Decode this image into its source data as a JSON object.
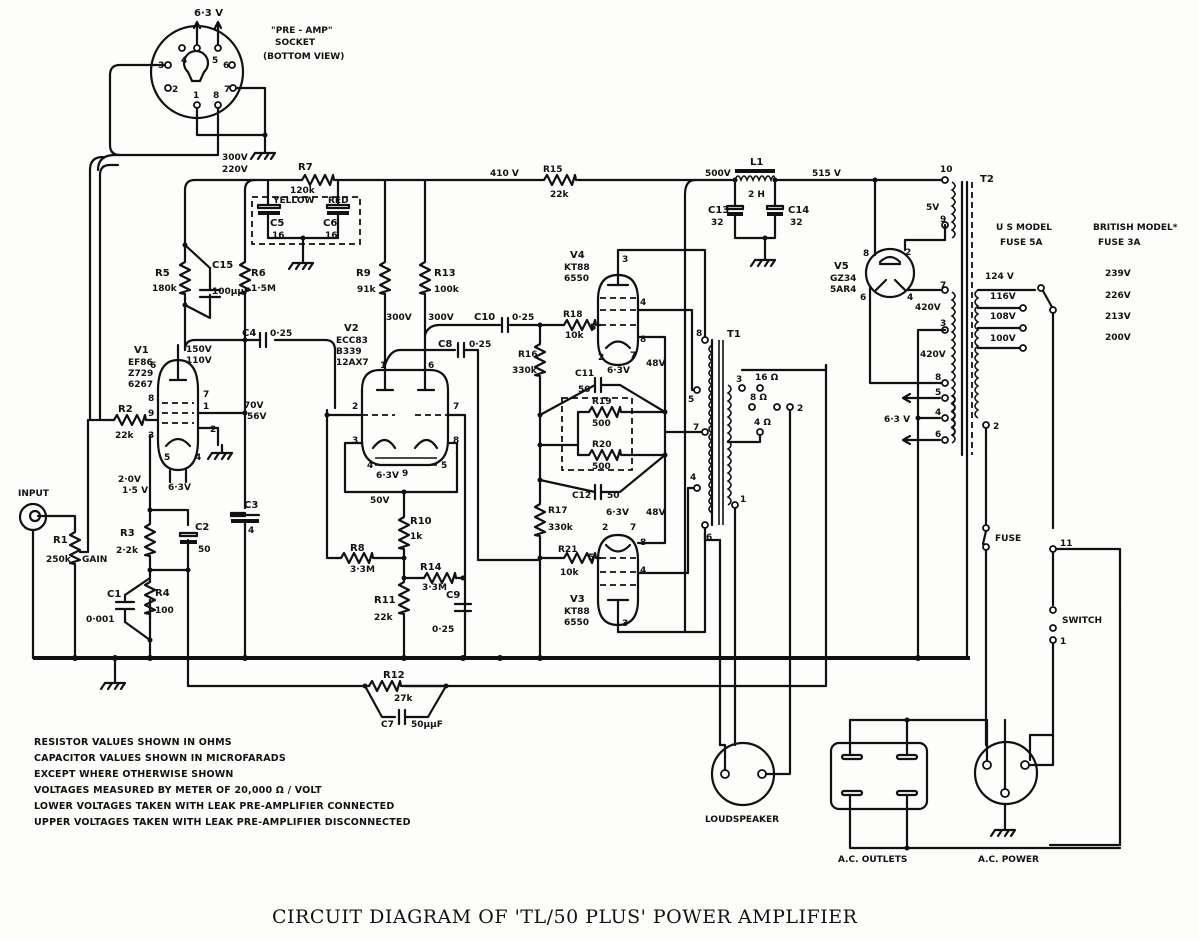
{
  "title": "CIRCUIT DIAGRAM OF 'TL/50 PLUS' POWER AMPLIFIER",
  "preamp_socket": {
    "label_lines": [
      "\"PRE - AMP\"",
      "SOCKET",
      "(BOTTOM VIEW)"
    ],
    "heater": "6·3 V",
    "pins": [
      "1",
      "2",
      "3",
      "4",
      "5",
      "6",
      "7",
      "8"
    ],
    "supply_voltages": [
      "300V",
      "220V"
    ]
  },
  "input": {
    "label": "INPUT",
    "gain_label": "GAIN"
  },
  "voltages": {
    "b_plus_410": "410 V",
    "b_plus_500": "500V",
    "b_plus_515": "515 V",
    "v1_anode": [
      "150V",
      "110V"
    ],
    "v1_screen": [
      "70V",
      "56V"
    ],
    "v1_cathode": [
      "2·0V",
      "1·5 V"
    ],
    "v2_anode_a": "300V",
    "v2_anode_b": "300V",
    "v2_cathode": "50V",
    "v4_screen": "48V",
    "v3_screen": "48V",
    "heater": "6·3V"
  },
  "tubes": [
    {
      "ref": "V1",
      "types": [
        "EF86",
        "Z729",
        "6267"
      ]
    },
    {
      "ref": "V2",
      "types": [
        "ECC83",
        "B339",
        "12AX7"
      ]
    },
    {
      "ref": "V4",
      "types": [
        "KT88",
        "6550"
      ]
    },
    {
      "ref": "V3",
      "types": [
        "KT88",
        "6550"
      ]
    },
    {
      "ref": "V5",
      "types": [
        "GZ34",
        "5AR4"
      ]
    }
  ],
  "resistors": [
    {
      "ref": "R1",
      "value": "250k"
    },
    {
      "ref": "R2",
      "value": "22k"
    },
    {
      "ref": "R3",
      "value": "2·2k"
    },
    {
      "ref": "R4",
      "value": "100"
    },
    {
      "ref": "R5",
      "value": "180k"
    },
    {
      "ref": "R6",
      "value": "1·5M"
    },
    {
      "ref": "R7",
      "value": "120k"
    },
    {
      "ref": "R8",
      "value": "3·3M"
    },
    {
      "ref": "R9",
      "value": "91k"
    },
    {
      "ref": "R10",
      "value": "1k"
    },
    {
      "ref": "R11",
      "value": "22k"
    },
    {
      "ref": "R12",
      "value": "27k"
    },
    {
      "ref": "R13",
      "value": "100k"
    },
    {
      "ref": "R14",
      "value": "3·3M"
    },
    {
      "ref": "R15",
      "value": "22k"
    },
    {
      "ref": "R16",
      "value": "330k"
    },
    {
      "ref": "R17",
      "value": "330k"
    },
    {
      "ref": "R18",
      "value": "10k"
    },
    {
      "ref": "R19",
      "value": "500"
    },
    {
      "ref": "R20",
      "value": "500"
    },
    {
      "ref": "R21",
      "value": "10k"
    }
  ],
  "capacitors": [
    {
      "ref": "C1",
      "value": "0·001"
    },
    {
      "ref": "C2",
      "value": "50"
    },
    {
      "ref": "C3",
      "value": "4"
    },
    {
      "ref": "C4",
      "value": "0·25"
    },
    {
      "ref": "C5",
      "value": "16",
      "tag": "YELLOW"
    },
    {
      "ref": "C6",
      "value": "16",
      "tag": "RED"
    },
    {
      "ref": "C7",
      "value": "50µµF"
    },
    {
      "ref": "C8",
      "value": "0·25"
    },
    {
      "ref": "C9",
      "value": "0·25"
    },
    {
      "ref": "C10",
      "value": "0·25"
    },
    {
      "ref": "C11",
      "value": "50"
    },
    {
      "ref": "C12",
      "value": "50"
    },
    {
      "ref": "C13",
      "value": "32"
    },
    {
      "ref": "C14",
      "value": "32"
    },
    {
      "ref": "C15",
      "value": "100µµF"
    }
  ],
  "inductor": {
    "ref": "L1",
    "value": "2 H"
  },
  "output_transformer": {
    "ref": "T1",
    "taps": [
      "16 Ω",
      "8 Ω",
      "4 Ω"
    ],
    "pins": [
      "8",
      "5",
      "7",
      "4",
      "6",
      "3",
      "2",
      "1"
    ]
  },
  "power_transformer": {
    "ref": "T2",
    "rect_heater": "5V",
    "ht_voltages": [
      "420V",
      "420V"
    ],
    "heater": "6·3 V",
    "pins": [
      "10",
      "9",
      "7",
      "3",
      "8",
      "5",
      "4",
      "6",
      "2"
    ],
    "taps_us": [
      "124 V",
      "116V",
      "108V",
      "100V"
    ],
    "taps_british": [
      "239V",
      "226V",
      "213V",
      "200V"
    ]
  },
  "models": {
    "us": {
      "name": "U S MODEL",
      "fuse": "FUSE 5A"
    },
    "british": {
      "name": "BRITISH MODEL*",
      "fuse": "FUSE 3A"
    }
  },
  "mains": {
    "fuse": "FUSE",
    "switch": "SWITCH",
    "switch_pins": [
      "11",
      "1"
    ]
  },
  "connectors": {
    "loudspeaker": "LOUDSPEAKER",
    "ac_outlets": "A.C. OUTLETS",
    "ac_power": "A.C. POWER"
  },
  "notes": [
    "RESISTOR VALUES SHOWN IN OHMS",
    "CAPACITOR VALUES SHOWN IN MICROFARADS",
    "EXCEPT WHERE OTHERWISE SHOWN",
    "VOLTAGES MEASURED BY METER OF 20,000 Ω / VOLT",
    "LOWER VOLTAGES TAKEN WITH LEAK PRE-AMPLIFIER CONNECTED",
    "UPPER VOLTAGES TAKEN WITH LEAK PRE-AMPLIFIER DISCONNECTED"
  ]
}
